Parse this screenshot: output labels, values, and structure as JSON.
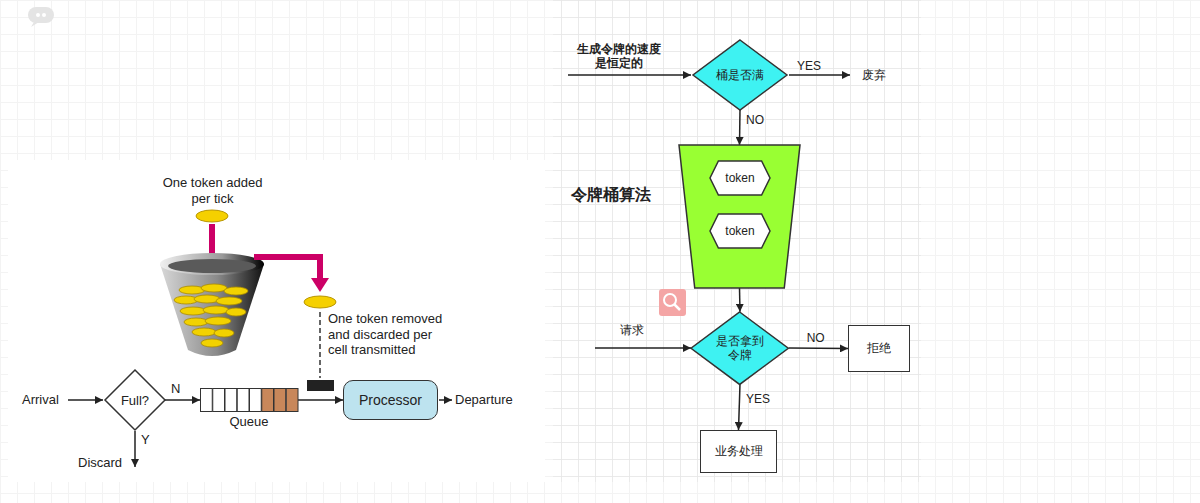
{
  "diagram": {
    "nodes": [
      {
        "text": [
          "Full?"
        ]
      },
      {
        "text": [
          "Queue"
        ]
      },
      {
        "text": [
          "Processor"
        ]
      },
      {
        "text": [
          "桶是否满"
        ]
      },
      {
        "text": [
          "令牌桶算法"
        ]
      },
      {
        "text": [
          "token"
        ],
        "in": 4
      },
      {
        "text": [
          "token"
        ],
        "in": 4
      },
      {
        "text": [
          "是否拿到令牌"
        ]
      },
      {
        "text": [
          "拒绝"
        ]
      },
      {
        "text": [
          "业务处理"
        ]
      }
    ],
    "edges": [
      {
        "from": 0,
        "to": 1,
        "arrow": "to",
        "label": "N"
      },
      {
        "from": 1,
        "to": 2,
        "arrow": "to"
      },
      {
        "from": 3,
        "to": 4,
        "arrow": "to",
        "label": "NO"
      },
      {
        "from": 4,
        "to": 7,
        "arrow": "to"
      },
      {
        "from": 7,
        "to": 8,
        "arrow": "to",
        "label": "NO"
      },
      {
        "from": 7,
        "to": 9,
        "arrow": "to",
        "label": "YES"
      }
    ],
    "labels": [
      "One token added per tick",
      "One token removed and discarded per cell transmitted",
      "Arrival",
      "Y",
      "Discard",
      "Departure",
      "生成令牌的速度 是恒定的",
      "YES",
      "废弃",
      "请求"
    ]
  }
}
